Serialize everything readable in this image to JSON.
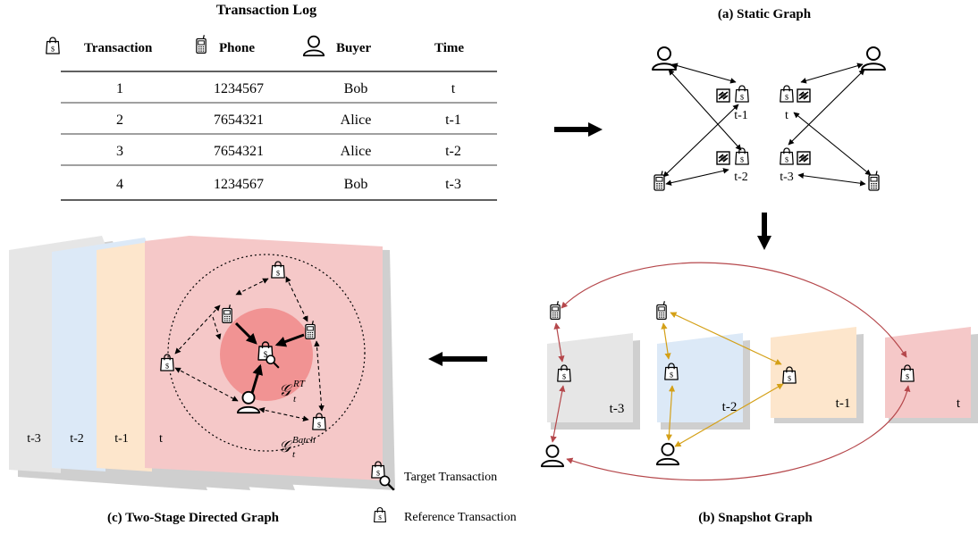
{
  "table": {
    "title": "Transaction Log",
    "headers": [
      "Transaction",
      "Phone",
      "Buyer",
      "Time"
    ],
    "header_icons": [
      "shopping-bag-icon",
      "phone-icon",
      "person-icon"
    ],
    "rows": [
      [
        "1",
        "1234567",
        "Bob",
        "t"
      ],
      [
        "2",
        "7654321",
        "Alice",
        "t-1"
      ],
      [
        "3",
        "7654321",
        "Alice",
        "t-2"
      ],
      [
        "4",
        "1234567",
        "Bob",
        "t-3"
      ]
    ]
  },
  "static_graph": {
    "title": "(a) Static Graph",
    "labels": [
      "t-1",
      "t",
      "t-2",
      "t-3"
    ]
  },
  "snapshot_graph": {
    "title": "(b) Snapshot Graph",
    "labels": [
      "t-3",
      "t-2",
      "t-1",
      "t"
    ]
  },
  "two_stage_graph": {
    "title": "(c) Two-Stage Directed Graph",
    "layer_labels": [
      "t-3",
      "t-2",
      "t-1",
      "t"
    ],
    "inner_label_base": "𝒢",
    "inner_label_sub": "t",
    "inner_label_sup": "RT",
    "outer_label_base": "𝒢",
    "outer_label_sub": "t",
    "outer_label_sup": "Batch"
  },
  "legend": {
    "target": "Target Transaction",
    "reference": "Reference Transaction"
  },
  "colors": {
    "red_edge": "#b5474b",
    "gold_edge": "#d4a017",
    "gray_layer": "#e6e6e6",
    "blue_layer": "#dce9f7",
    "orange_layer": "#fde6cc",
    "pink_layer": "#f5c8c8",
    "rt_circle": "#f08a8a"
  }
}
